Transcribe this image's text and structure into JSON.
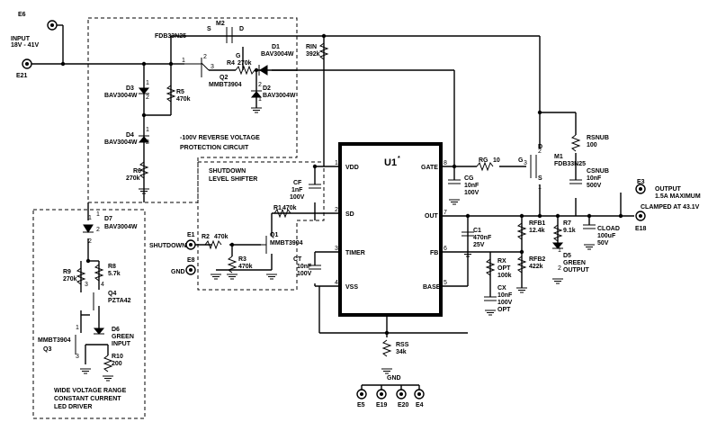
{
  "texts": [
    "E6",
    "INPUT",
    "18V - 41V",
    "E21",
    "M2",
    "FDB33N25",
    "S",
    "D",
    "G",
    "D1",
    "BAV3004W",
    "RIN",
    "392k",
    "R4",
    "270k",
    "Q2",
    "MMBT3904",
    "D2",
    "BAV3004W",
    "D3",
    "BAV3004W",
    "R5",
    "470k",
    "D4",
    "BAV3004W",
    "R6",
    "270k",
    "-100V REVERSE VOLTAGE",
    "PROTECTION CIRCUIT",
    "SHUTDOWN",
    "LEVEL SHIFTER",
    "CF",
    "1nF",
    "100V",
    "R1",
    "470k",
    "U1",
    "*",
    "VDD",
    "SD",
    "TIMER",
    "VSS",
    "GATE",
    "OUT",
    "FB",
    "BASE",
    "RG",
    "10",
    "CG",
    "10nF",
    "100V",
    "M1",
    "FDB33N25",
    "G",
    "D",
    "S",
    "RSNUB",
    "100",
    "CSNUB",
    "10nF",
    "500V",
    "E3",
    "OUTPUT",
    "1.5A MAXIMUM",
    "CLAMPED AT 43.1V",
    "E18",
    "C1",
    "470nF",
    "25V",
    "RFB1",
    "12.4k",
    "R7",
    "9.1k",
    "CLOAD",
    "100uF",
    "50V",
    "D5",
    "GREEN",
    "OUTPUT",
    "RX",
    "OPT",
    "100k",
    "RFB2",
    "422k",
    "CX",
    "10nF",
    "100V",
    "OPT",
    "SHUTDOWN",
    "E1",
    "R2",
    "470k",
    "Q1",
    "MMBT3904",
    "R3",
    "470k",
    "E8",
    "GND",
    "CT",
    "10nF",
    "100V",
    "D7",
    "BAV3004W",
    "R9",
    "270k",
    "R8",
    "5.7k",
    "Q4",
    "PZTA42",
    "D6",
    "GREEN",
    "INPUT",
    "MMBT3904",
    "Q3",
    "R10",
    "200",
    "WIDE VOLTAGE RANGE",
    "CONSTANT CURRENT",
    "LED DRIVER",
    "RSS",
    "34k",
    "GND",
    "E5",
    "E19",
    "E20",
    "E4"
  ],
  "pins": [
    "1",
    "2",
    "3",
    "4",
    "8",
    "7",
    "6",
    "5",
    "1",
    "2",
    "3",
    "1",
    "2",
    "3",
    "4",
    "1",
    "2",
    "1",
    "2",
    "1",
    "2",
    "1",
    "2",
    "2",
    "1",
    "2",
    "1",
    "3",
    "1",
    "3"
  ]
}
